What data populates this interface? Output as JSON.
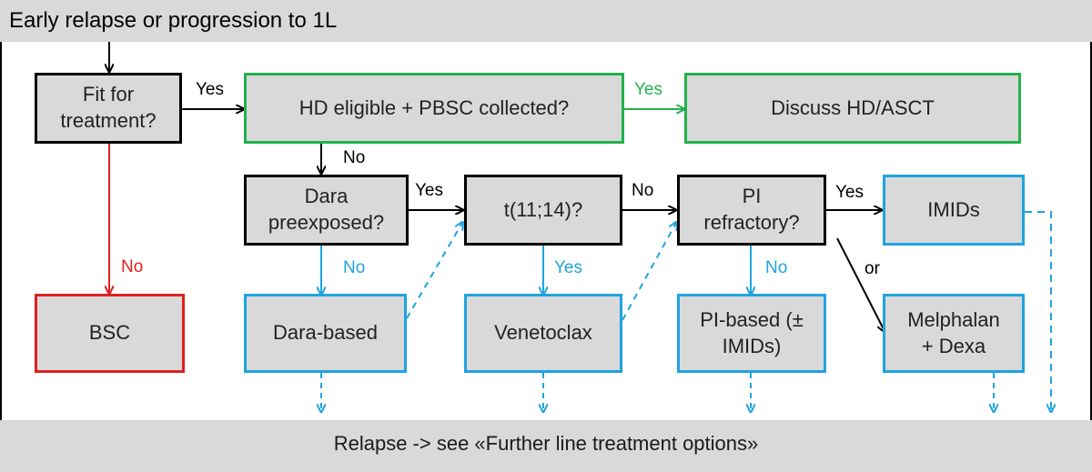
{
  "header": {
    "title": "Early relapse or progression to 1L"
  },
  "footer": {
    "text": "Relapse -> see «Further line treatment options»"
  },
  "nodes": {
    "fit": "Fit for\ntreatment?",
    "hd_eligible": "HD eligible + PBSC collected?",
    "discuss": "Discuss HD/ASCT",
    "bsc": "BSC",
    "dara_pre": "Dara\npreexposed?",
    "t1114": "t(11;14)?",
    "pi_ref": "PI\nrefractory?",
    "imids": "IMIDs",
    "dara_based": "Dara-based",
    "venetoclax": "Venetoclax",
    "pi_based": "PI-based (±\nIMIDs)",
    "melphalan": "Melphalan\n+ Dexa"
  },
  "edges": {
    "fit_yes": "Yes",
    "fit_no": "No",
    "hd_yes": "Yes",
    "hd_no": "No",
    "dara_yes": "Yes",
    "dara_no": "No",
    "t_no": "No",
    "t_yes": "Yes",
    "pi_yes": "Yes",
    "pi_no": "No",
    "pi_or": "or"
  },
  "colors": {
    "black": "#000000",
    "green": "#22b14c",
    "red": "#e02020",
    "blue": "#1ea4e0",
    "box_fill": "#d9d9d9"
  }
}
